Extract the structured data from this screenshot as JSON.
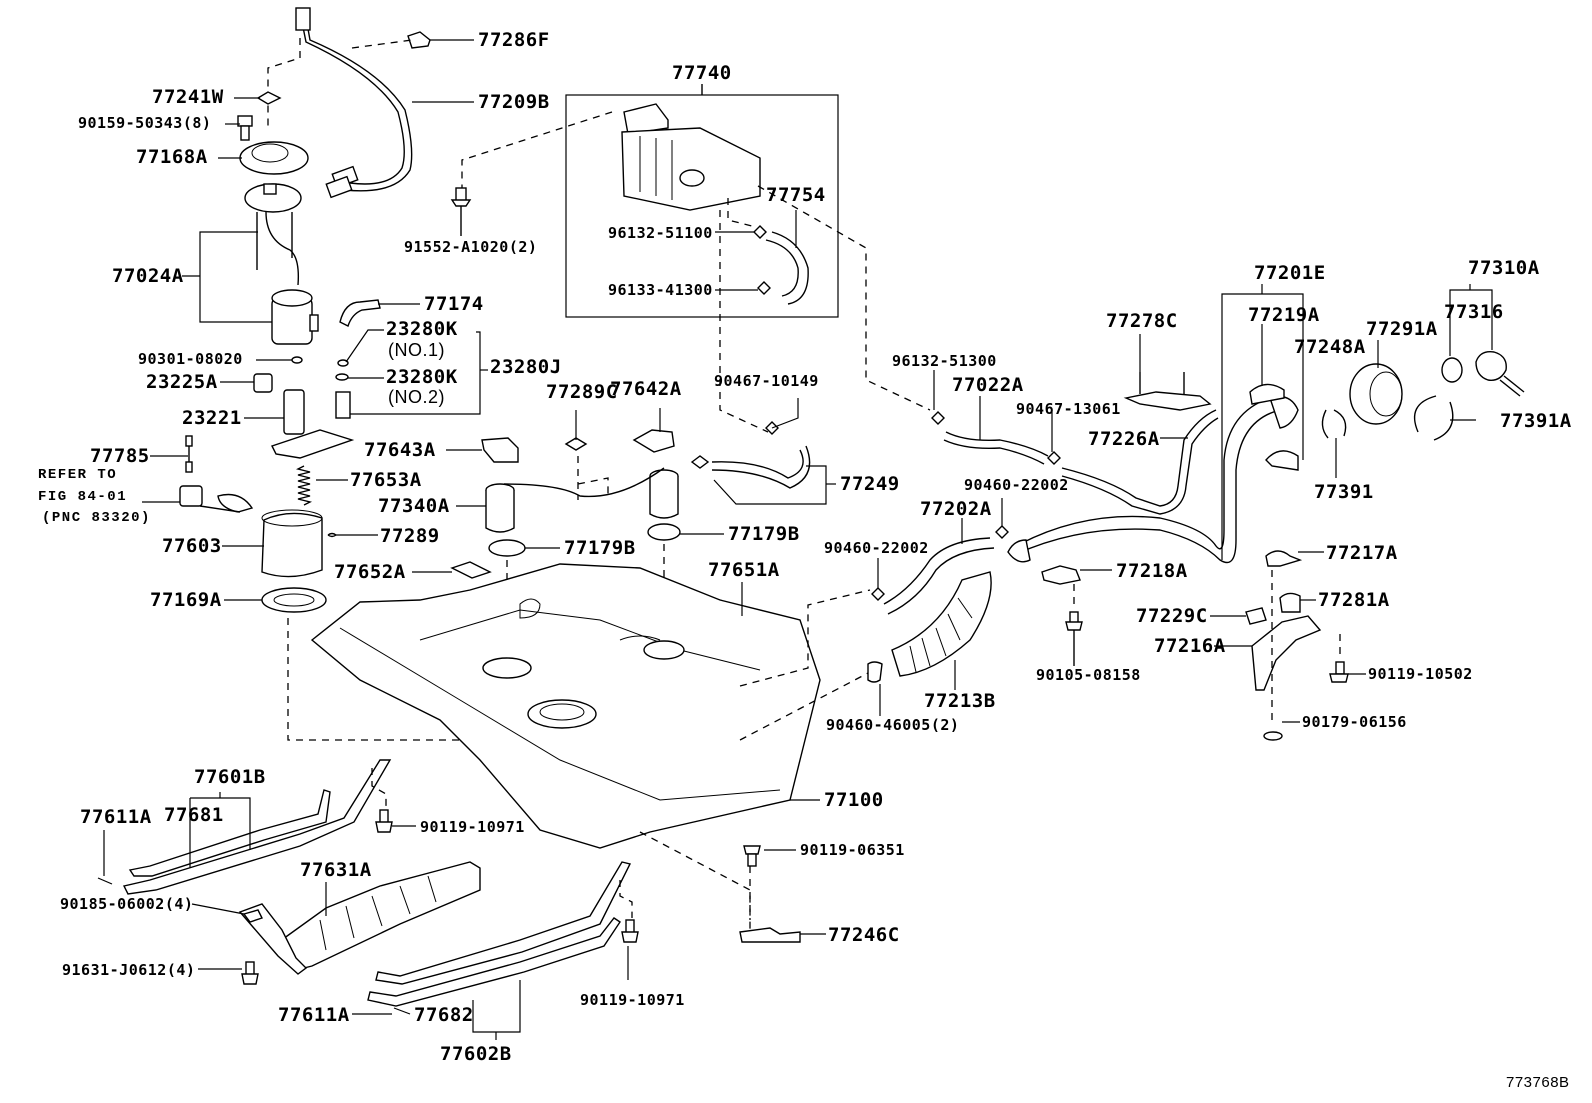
{
  "diagram": {
    "title": "Fuel Tank & Tube Assembly",
    "figure_id": "773768B",
    "note": [
      "REFER TO",
      "FIG 84-01",
      "(PNC 83320)"
    ],
    "labels": {
      "p77286F": "77286F",
      "p77209B": "77209B",
      "p77241W": "77241W",
      "p90159": "90159-50343(8)",
      "p77168A": "77168A",
      "p77024A": "77024A",
      "p77174": "77174",
      "p23280K1": "23280K",
      "p23280K1n": "(NO.1)",
      "p23280K2": "23280K",
      "p23280K2n": "(NO.2)",
      "p23280J": "23280J",
      "p90301": "90301-08020",
      "p23225A": "23225A",
      "p23221": "23221",
      "p77785": "77785",
      "p77603": "77603",
      "p77289": "77289",
      "p77653A": "77653A",
      "p77169A": "77169A",
      "p77740": "77740",
      "p77754": "77754",
      "p96132a": "96132-51100",
      "p96133": "96133-41300",
      "p91552": "91552-A1020(2)",
      "p77643A": "77643A",
      "p77340A": "77340A",
      "p77179B1": "77179B",
      "p77179B2": "77179B",
      "p77652A": "77652A",
      "p77289C": "77289C",
      "p77642A": "77642A",
      "p90467a": "90467-10149",
      "p77249": "77249",
      "p77651A": "77651A",
      "p96132b": "96132-51300",
      "p77022A": "77022A",
      "p90467b": "90467-13061",
      "p77278C": "77278C",
      "p77226A": "77226A",
      "p77201E": "77201E",
      "p77219A": "77219A",
      "p77248A": "77248A",
      "p77291A": "77291A",
      "p77310A": "77310A",
      "p77316": "77316",
      "p77391A": "77391A",
      "p77391": "77391",
      "p90460a": "90460-22002",
      "p90460b": "90460-22002",
      "p77202A": "77202A",
      "p77218A": "77218A",
      "p77217A": "77217A",
      "p77281A": "77281A",
      "p77229C": "77229C",
      "p77216A": "77216A",
      "p90105": "90105-08158",
      "p90119c": "90119-10502",
      "p90179": "90179-06156",
      "p77213B": "77213B",
      "p90460c": "90460-46005(2)",
      "p77100": "77100",
      "p90119d": "90119-06351",
      "p77246C": "77246C",
      "p77601B": "77601B",
      "p77681": "77681",
      "p77611A1": "77611A",
      "p90119a": "90119-10971",
      "p77631A": "77631A",
      "p90185": "90185-06002(4)",
      "p91631": "91631-J0612(4)",
      "p90119b": "90119-10971",
      "p77611A2": "77611A",
      "p77682": "77682",
      "p77602B": "77602B"
    }
  }
}
